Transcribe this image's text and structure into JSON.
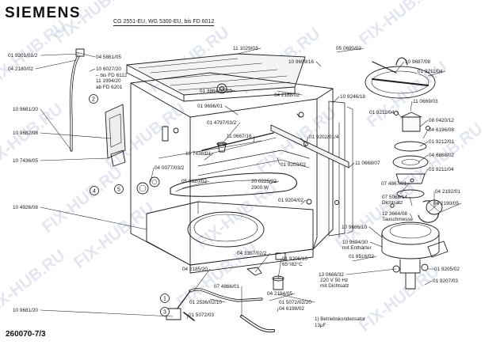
{
  "header": {
    "brand": "SIEMENS",
    "models": "CG 2551-EU, WG 5300-EU, bis FD 6012"
  },
  "footer": {
    "doc_number": "260070-7/3",
    "footnote_line1": "1) Betriebskondensator",
    "footnote_line2": "13μF"
  },
  "watermark": "FIX-HUB.RU",
  "callouts": [
    "1",
    "2",
    "3",
    "4",
    "5"
  ],
  "part_numbers": [
    "01 9201/01/2",
    "04 5861/05",
    "04 2180/02",
    "10 6027/20",
    "– bis FD 6112",
    "11 1994/20",
    "ab FD 6201",
    "11 1029/03",
    "05 0690/02",
    "10 9699/16",
    "10 9687/08",
    "01 9211/04",
    "11 0669/03",
    "01 3864/03/10",
    "04 2188/02",
    "10 9246/18",
    "01 9696/01",
    "01 9211/04",
    "08 0420/12",
    "10 9681/20",
    "10 9682/08",
    "01 4797/03/2",
    "11 0667/16",
    "01 9202/01/4",
    "04 6196/08",
    "01 9212/01",
    "10 7438/01",
    "04 6868/02",
    "01 9203/02",
    "11 0668/07",
    "01 9211/04",
    "10 7436/05",
    "04 0077/03/2",
    "05 0620/02",
    "20 0225/22",
    "2900 W",
    "07 4867/01",
    "04 2192/01",
    "10 4926/08",
    "01 9204/02",
    "07 5068/14",
    "Dichtsatz",
    "04 2190/05",
    "12 3664/08",
    "Tauschmesse",
    "10 9686/10",
    "10 9684/30",
    "mit Enthärter",
    "01 8516/02",
    "04 3357/02/2",
    "01 9206/10",
    "65°/82°C",
    "04 2185/20",
    "13 0666/32",
    "220 V  50 Hz",
    "mit Dichtsatz",
    "01 9205/02",
    "01 9207/03",
    "07 4866/01",
    "04 2184/05",
    "01 2536/02/10",
    "01 5072/02/20",
    "04 6198/02",
    "10 9681/20",
    "01 5072/03"
  ]
}
